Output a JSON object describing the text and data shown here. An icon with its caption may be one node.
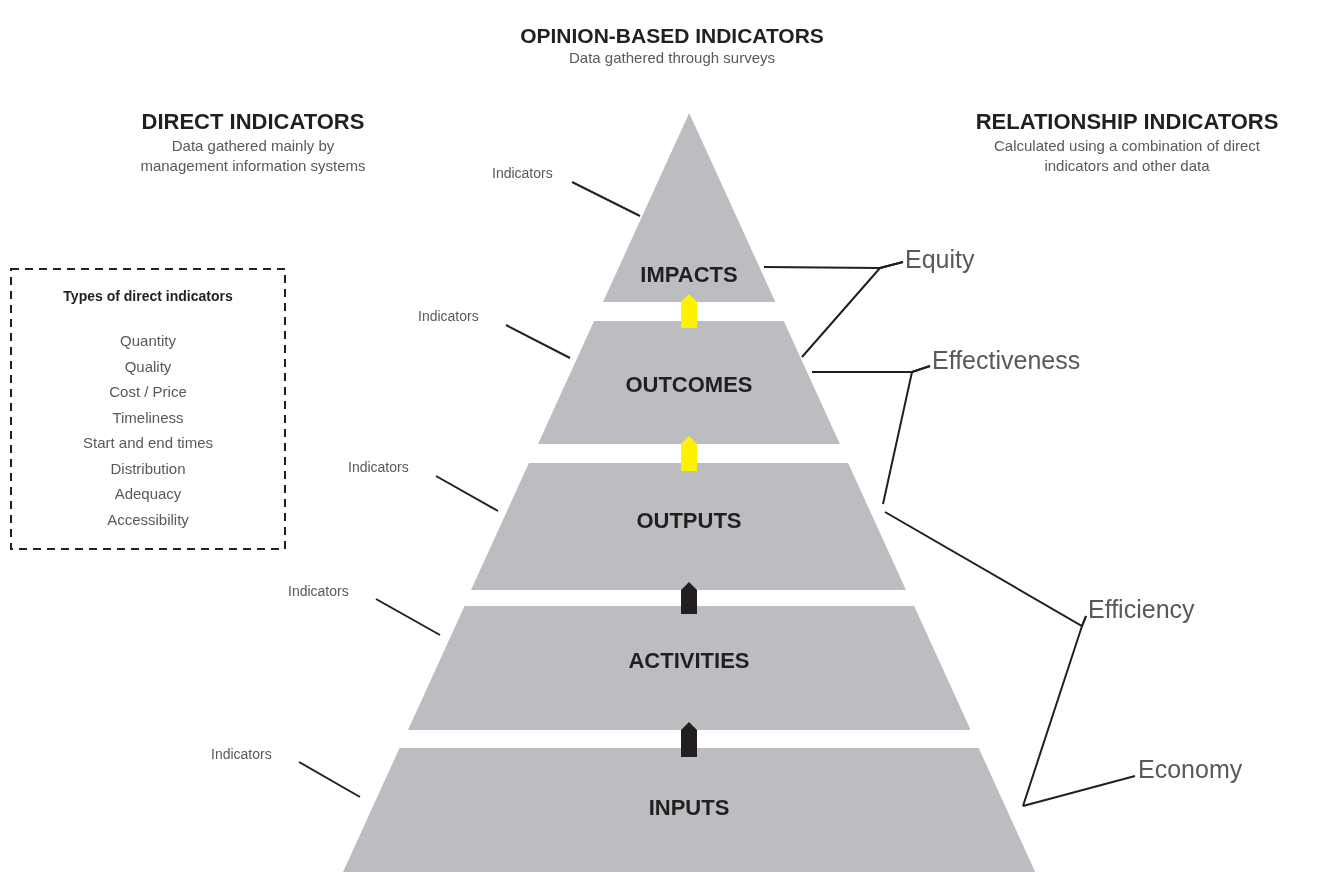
{
  "diagram": {
    "nodes": [
      {
        "text": [
          "IMPACTS"
        ]
      },
      {
        "text": [
          "OUTCOMES"
        ]
      },
      {
        "text": [
          "OUTPUTS"
        ]
      },
      {
        "text": [
          "ACTIVITIES"
        ]
      },
      {
        "text": [
          "INPUTS"
        ]
      },
      {
        "text": [
          "Indicators"
        ]
      },
      {
        "text": [
          "Indicators"
        ]
      },
      {
        "text": [
          "Indicators"
        ]
      },
      {
        "text": [
          "Indicators"
        ]
      },
      {
        "text": [
          "Indicators"
        ]
      },
      {
        "text": [
          "Equity"
        ]
      },
      {
        "text": [
          "Effectiveness"
        ]
      },
      {
        "text": [
          "Efficiency"
        ]
      },
      {
        "text": [
          "Economy"
        ]
      },
      {
        "text": [
          "Types of direct indicators",
          "Quantity",
          "Quality",
          "Cost / Price",
          "Timeliness",
          "Start and end times",
          "Distribution",
          "Adequacy",
          "Accessibility"
        ]
      }
    ],
    "edges": [
      {
        "from": 4,
        "to": 3,
        "arrow": "to",
        "style": "thick"
      },
      {
        "from": 3,
        "to": 2,
        "arrow": "to",
        "style": "thick"
      },
      {
        "from": 2,
        "to": 1,
        "arrow": "to",
        "style": "thick",
        "color": "#fff200"
      },
      {
        "from": 1,
        "to": 0,
        "arrow": "to",
        "style": "thick",
        "color": "#fff200"
      },
      {
        "from": 5,
        "to": 0,
        "arrow": "none"
      },
      {
        "from": 6,
        "to": 1,
        "arrow": "none"
      },
      {
        "from": 7,
        "to": 2,
        "arrow": "none"
      },
      {
        "from": 8,
        "to": 3,
        "arrow": "none"
      },
      {
        "from": 9,
        "to": 4,
        "arrow": "none"
      },
      {
        "from": 0,
        "to": 10,
        "arrow": "none"
      },
      {
        "from": 1,
        "to": 10,
        "arrow": "none"
      },
      {
        "from": 1,
        "to": 11,
        "arrow": "none"
      },
      {
        "from": 2,
        "to": 11,
        "arrow": "none"
      },
      {
        "from": 2,
        "to": 12,
        "arrow": "none"
      },
      {
        "from": 4,
        "to": 12,
        "arrow": "none"
      },
      {
        "from": 4,
        "to": 13,
        "arrow": "none"
      }
    ],
    "labels": [
      "OPINION-BASED INDICATORS",
      "Data gathered through surveys",
      "DIRECT INDICATORS",
      "Data gathered mainly by management information systems",
      "RELATIONSHIP INDICATORS",
      "Calculated using a combination of direct indicators and other data"
    ]
  }
}
